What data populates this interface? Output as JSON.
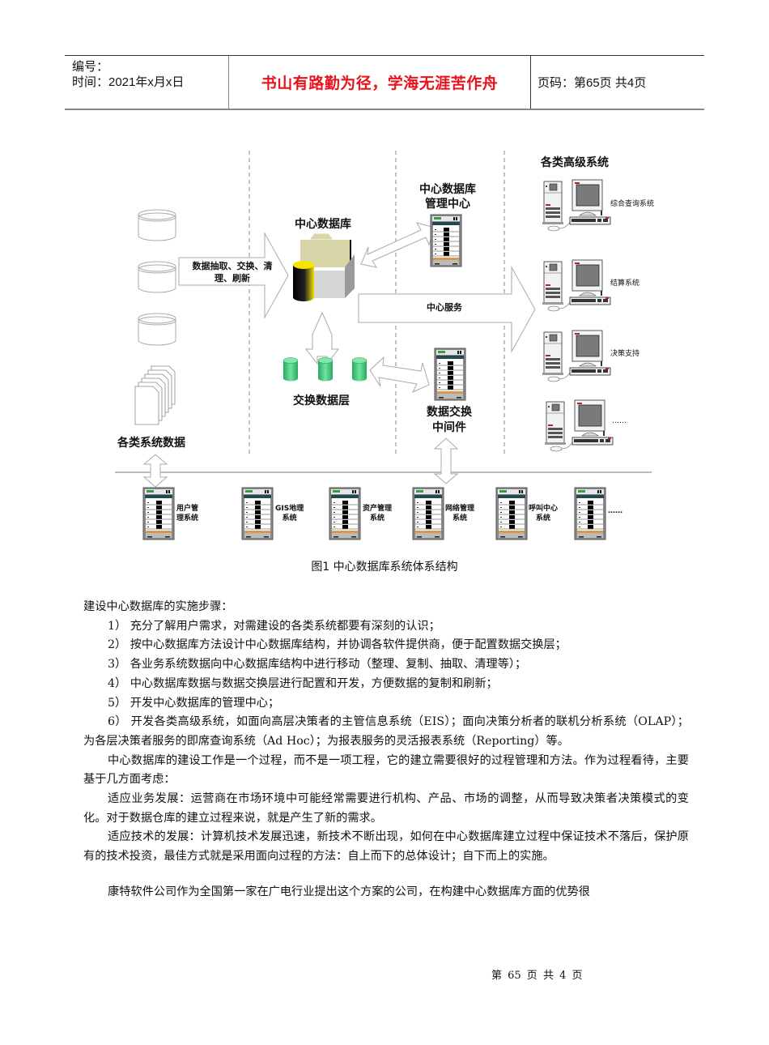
{
  "header": {
    "number_label": "编号：",
    "date_label": "时间：2021年x月x日",
    "motto": "书山有路勤为径，学海无涯苦作舟",
    "page_info": "页码：第65页  共4页"
  },
  "diagram": {
    "left_title": "各类系统数据",
    "etl_arrow_label_line1": "数据抽取、交换、清",
    "etl_arrow_label_line2": "理、刷新",
    "center_db_title": "中心数据库",
    "exchange_layer_title": "交换数据层",
    "mgmt_center_line1": "中心数据库",
    "mgmt_center_line2": "管理中心",
    "center_service_label": "中心服务",
    "middleware_line1": "数据交换",
    "middleware_line2": "中间件",
    "advanced_title": "各类高级系统",
    "advanced_systems": [
      "综合查询系统",
      "结算系统",
      "决策支持",
      "……"
    ],
    "bottom_systems": [
      {
        "line1": "用户管",
        "line2": "理系统"
      },
      {
        "line1": "GIS地理",
        "line2": "系统"
      },
      {
        "line1": "资产管理",
        "line2": "系统"
      },
      {
        "line1": "网络管理",
        "line2": "系统"
      },
      {
        "line1": "呼叫中心",
        "line2": "系统"
      },
      {
        "line1": "……",
        "line2": ""
      }
    ],
    "colors": {
      "green_cylinder": "#3cc47a",
      "yellow_cylinder": "#f5e400",
      "folder": "#d8d6a8",
      "rack_accent": "#d89a4a"
    }
  },
  "caption": "图1  中心数据库系统体系结构",
  "body": {
    "intro": "建设中心数据库的实施步骤：",
    "steps": [
      "1） 充分了解用户需求，对需建设的各类系统都要有深刻的认识；",
      "2） 按中心数据库方法设计中心数据库结构，并协调各软件提供商，便于配置数据交换层；",
      "3） 各业务系统数据向中心数据库结构中进行移动（整理、复制、抽取、清理等）；",
      "4） 中心数据库数据与数据交换层进行配置和开发，方便数据的复制和刷新；",
      "5） 开发中心数据库的管理中心；",
      "6） 开发各类高级系统，如面向高层决策者的主管信息系统（EIS）；面向决策分析者的联机分析系统（OLAP）；为各层决策者服务的即席查询系统（Ad Hoc）；为报表服务的灵活报表系统（Reporting）等。"
    ],
    "para1": "中心数据库的建设工作是一个过程，而不是一项工程，它的建立需要很好的过程管理和方法。作为过程看待，主要基于几方面考虑：",
    "para2": "适应业务发展：运营商在市场环境中可能经常需要进行机构、产品、市场的调整，从而导致决策者决策模式的变化。对于数据仓库的建立过程来说，就是产生了新的需求。",
    "para3": "适应技术的发展：计算机技术发展迅速，新技术不断出现，如何在中心数据库建立过程中保证技术不落后，保护原有的技术投资，最佳方式就是采用面向过程的方法：自上而下的总体设计；自下而上的实施。",
    "para4": "康特软件公司作为全国第一家在广电行业提出这个方案的公司，在构建中心数据库方面的优势很"
  },
  "footer": {
    "page_text": "第 65 页 共 4 页"
  }
}
